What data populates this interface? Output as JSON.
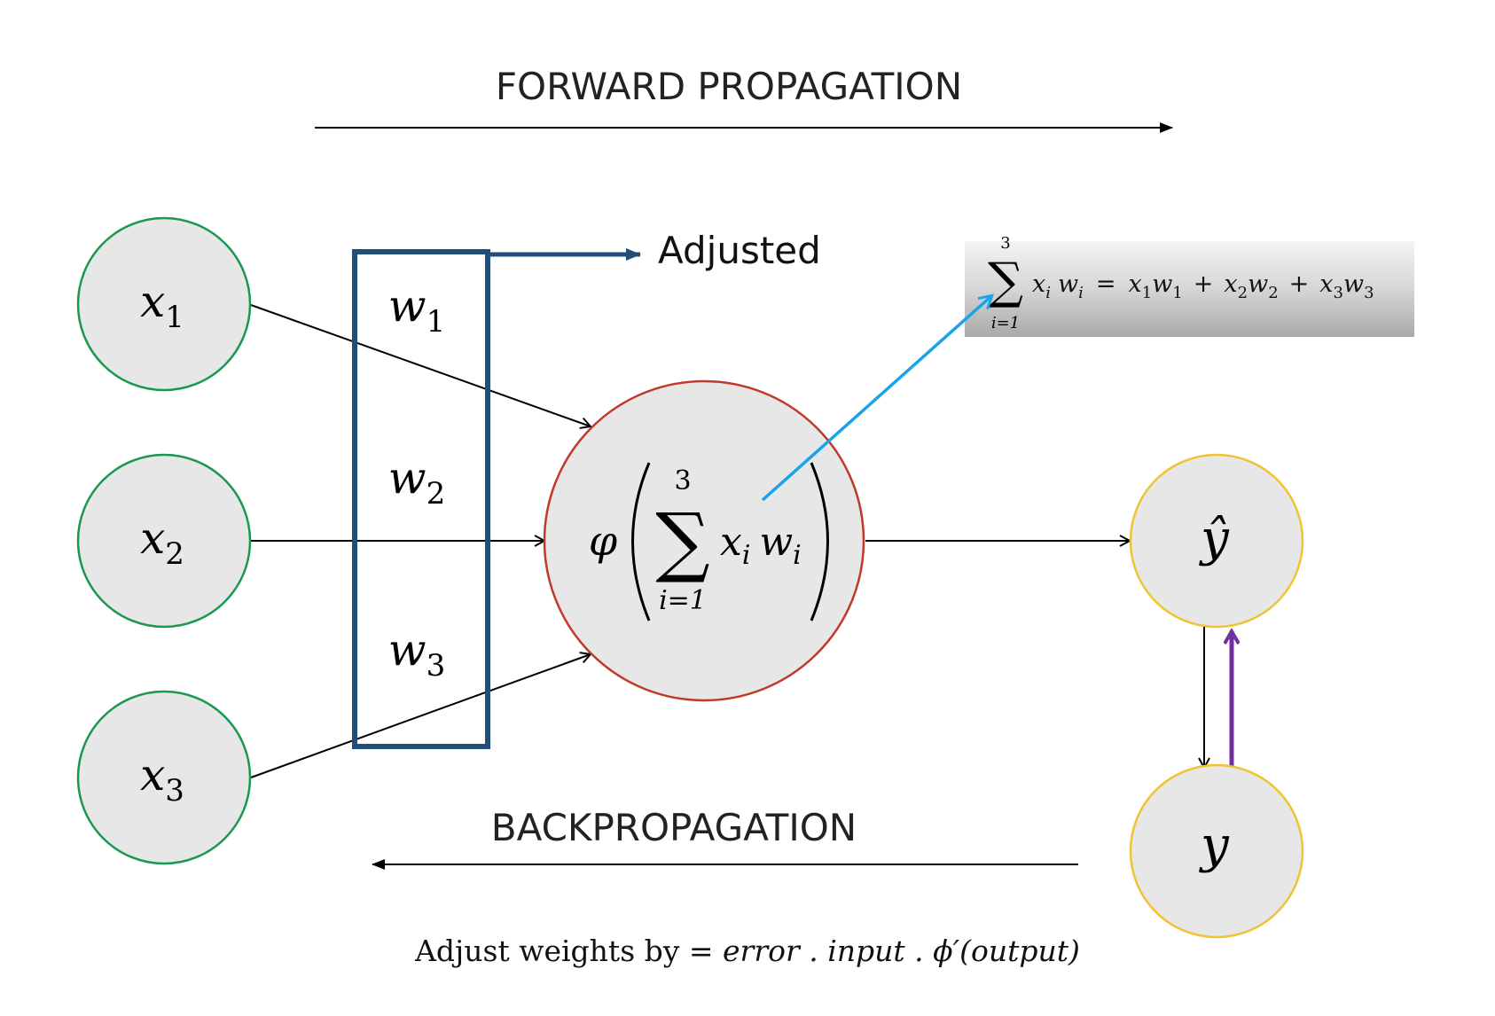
{
  "headings": {
    "forward": "FORWARD PROPAGATION",
    "backward": "BACKPROPAGATION"
  },
  "inputs": [
    {
      "var": "x",
      "sub": "1"
    },
    {
      "var": "x",
      "sub": "2"
    },
    {
      "var": "x",
      "sub": "3"
    }
  ],
  "weights": [
    {
      "var": "w",
      "sub": "1"
    },
    {
      "var": "w",
      "sub": "2"
    },
    {
      "var": "w",
      "sub": "3"
    }
  ],
  "adjusted_label": "Adjusted",
  "neuron": {
    "phi": "φ",
    "sigma": "∑",
    "upper": "3",
    "lower": "i=1",
    "x": "x",
    "x_sub": "i",
    "w": "w",
    "w_sub": "i"
  },
  "sum_formula": {
    "sigma": "∑",
    "upper": "3",
    "lower": "i=1",
    "lhs_x": "x",
    "lhs_x_sub": "i",
    "lhs_w": "w",
    "lhs_w_sub": "i",
    "equals": "=",
    "terms": [
      {
        "x": "x",
        "xs": "1",
        "w": "w",
        "ws": "1"
      },
      {
        "x": "x",
        "xs": "2",
        "w": "w",
        "ws": "2"
      },
      {
        "x": "x",
        "xs": "3",
        "w": "w",
        "ws": "3"
      }
    ],
    "plus": "+"
  },
  "prediction": {
    "label": "ŷ"
  },
  "target": {
    "label": "y"
  },
  "rule": {
    "prefix": "Adjust weights by = ",
    "formula": "error . input . ϕ′(output)"
  },
  "colors": {
    "input_stroke": "#1a9850",
    "weight_box": "#1f4e79",
    "neuron_stroke": "#c0392b",
    "output_stroke": "#f1c232",
    "node_fill": "#e7e7e7",
    "blue_arrow": "#1aa3e8",
    "purple_arrow": "#7030a0",
    "line": "#000000"
  }
}
